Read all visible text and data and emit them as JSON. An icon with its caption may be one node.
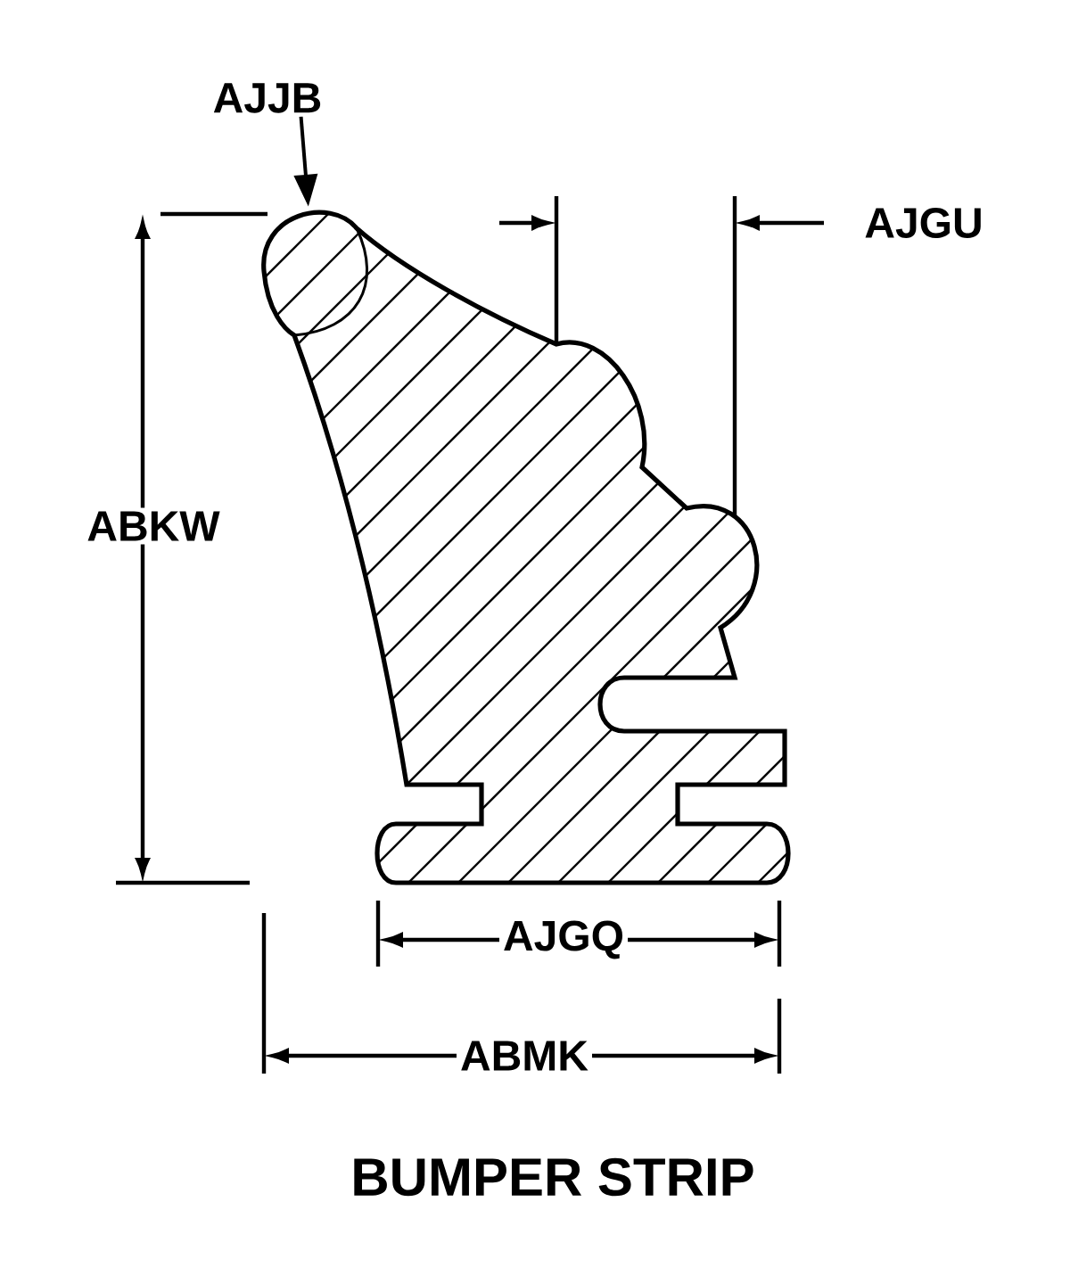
{
  "diagram": {
    "caption": "BUMPER STRIP",
    "nodes": [
      {
        "text": [
          "AJJB"
        ]
      },
      {
        "text": [],
        "shape": "picture"
      }
    ],
    "edges": [
      {
        "from": 0,
        "to": 1,
        "arrow": "to"
      }
    ],
    "labels": [
      "AJGU",
      "ABKW",
      "AJGQ",
      "ABMK"
    ]
  }
}
